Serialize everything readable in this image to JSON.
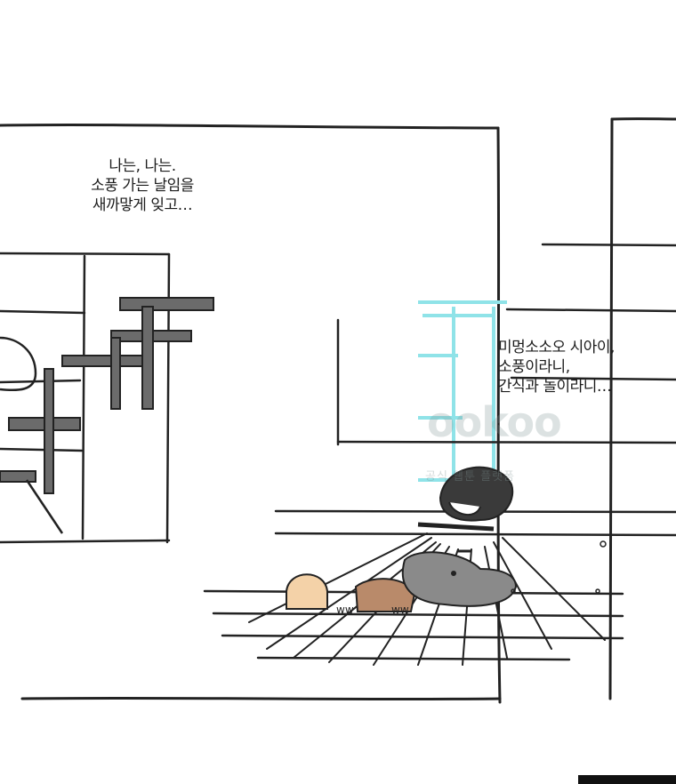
{
  "captions": {
    "left": "나는, 나는.\n소풍 가는 날임을\n새까맣게 잊고…",
    "right": "미멍소소오 시아이,\n소풍이라니,\n간식과 놀이라니…"
  },
  "watermark": {
    "logo": "ookoo",
    "sub": "공식 웹툰 플랫폼"
  },
  "colors": {
    "ink": "#222222",
    "gate_left": "#6b6b6b",
    "gate_right": "#8fe3e8",
    "hair": "#5a5a5a",
    "dog": "#8a8a8a",
    "bread": "#f4d2a8",
    "sausage": "#b98a6a"
  }
}
